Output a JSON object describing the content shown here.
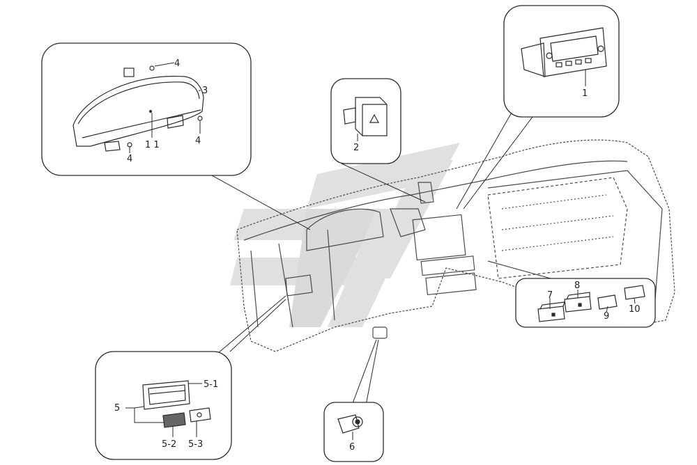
{
  "colors": {
    "line": "#2a2a2a",
    "faint": "#9a9a9a",
    "watermark": "#c8c8c8",
    "watermark_dark": "#bdbdbd",
    "background": "#ffffff"
  },
  "callouts": {
    "instrument_cluster": [
      "4",
      "3",
      "4",
      "1 1",
      "4"
    ],
    "hazard_switch": [
      "2"
    ],
    "radio": [
      "1"
    ],
    "switch_group": [
      "7",
      "8",
      "9",
      "10"
    ],
    "vent_group": [
      "5",
      "5-1",
      "5-2",
      "5-3"
    ],
    "ignition": [
      "6"
    ]
  },
  "icons": {
    "cluster": "instrument-cluster-icon",
    "hazard": "hazard-switch-icon",
    "radio": "radio-unit-icon",
    "switches": "switch-button-icon",
    "vent": "air-vent-icon",
    "ignition": "ignition-switch-icon",
    "dashboard": "dashboard-icon",
    "watermark": "watermark-logo"
  }
}
